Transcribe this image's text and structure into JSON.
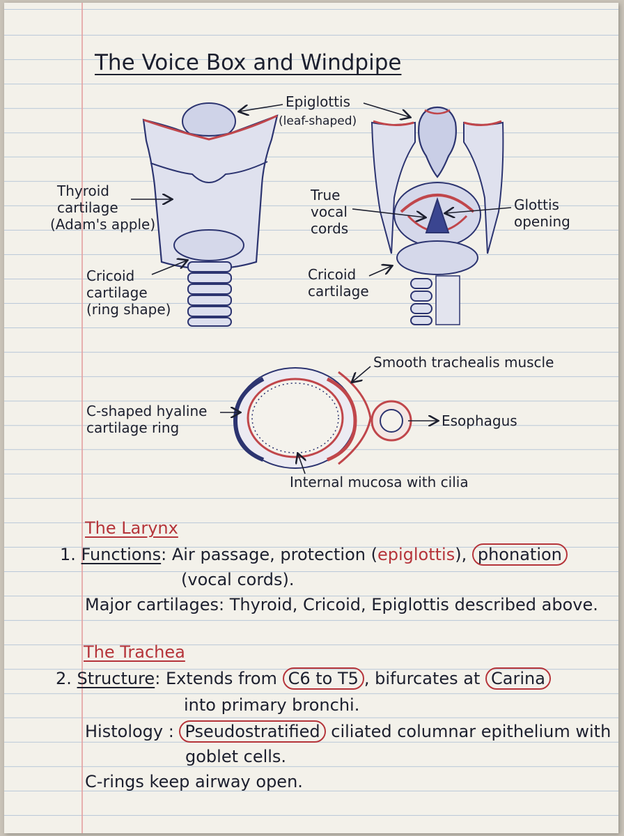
{
  "title": "The Voice Box and Windpipe",
  "labels": {
    "epiglottis": "Epiglottis",
    "epiglottis_note": "(leaf-shaped)",
    "thyroid": [
      "Thyroid",
      "cartilage",
      "(Adam's apple)"
    ],
    "cricoid_left": [
      "Cricoid",
      "cartilage",
      "(ring shape)"
    ],
    "true_vocal": [
      "True",
      "vocal",
      "cords"
    ],
    "glottis": [
      "Glottis",
      "opening"
    ],
    "cricoid_right": [
      "Cricoid",
      "cartilage"
    ],
    "trachealis": "Smooth trachealis muscle",
    "c_ring": [
      "C-shaped hyaline",
      "cartilage ring"
    ],
    "esophagus": "Esophagus",
    "mucosa": "Internal mucosa with cilia"
  },
  "larynx": {
    "heading": "The Larynx",
    "num": "1.",
    "functions_label": "Functions",
    "colon": ":",
    "functions_text1": "Air passage, protection (",
    "epiglottis": "epiglottis",
    "functions_text2": "),",
    "phonation": "phonation",
    "functions_line2": "(vocal cords).",
    "cartilages": "Major cartilages: Thyroid, Cricoid, Epiglottis described above."
  },
  "trachea": {
    "heading": "The Trachea",
    "num": "2.",
    "structure_label": "Structure",
    "colon": ":",
    "structure_text1": "Extends from",
    "c6t5": "C6 to T5",
    "structure_text2": ", bifurcates at",
    "carina": "Carina",
    "structure_line2": "into primary bronchi.",
    "histology_label": "Histology :",
    "pseudo": "Pseudostratified",
    "histology_text": "ciliated columnar epithelium with",
    "histology_line2": "goblet cells.",
    "crings": "C-rings keep airway open."
  },
  "colors": {
    "ink_blue": "#2c3470",
    "ink_red": "#b5343a",
    "ink_dark": "#1c1f2e"
  }
}
